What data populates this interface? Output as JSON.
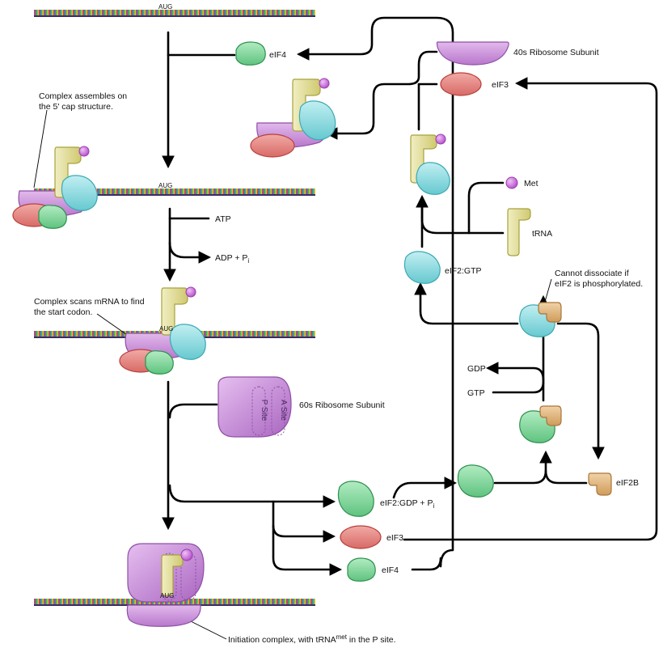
{
  "labels": {
    "aug": "AUG",
    "eif4": "eIF4",
    "subunit40s": "40s Ribosome Subunit",
    "eif3": "eIF3",
    "complex_cap_line1": "Complex assembles on",
    "complex_cap_line2": "the 5' cap structure.",
    "met": "Met",
    "trna": "tRNA",
    "atp": "ATP",
    "adp": "ADP + P",
    "adp_sub": "i",
    "eif2gtp": "eIF2:GTP",
    "cannot_line1": "Cannot dissociate if",
    "cannot_line2": "eIF2 is phosphorylated.",
    "scan_line1": "Complex scans mRNA to find",
    "scan_line2": "the start codon.",
    "gdp": "GDP",
    "gtp": "GTP",
    "subunit60s": "60s Ribosome Subunit",
    "a_site": "A Site",
    "p_site": "P Site",
    "eif2b": "eIF2B",
    "eif2gdp": "eIF2:GDP + P",
    "eif2gdp_sub": "i",
    "eif3_bottom": "eIF3",
    "eif4_bottom": "eIF4",
    "initiation_prefix": "Initiation complex, with tRNA",
    "initiation_sup": "met",
    "initiation_suffix": " in the P site."
  },
  "colors": {
    "ribosome": "#c58ad6",
    "eif3": "#e0817d",
    "eif4": "#7fd39a",
    "eif2": "#88dbe0",
    "trna": "#e0dc9a",
    "met": "#d27de0",
    "eif2b": "#e0b67d"
  }
}
